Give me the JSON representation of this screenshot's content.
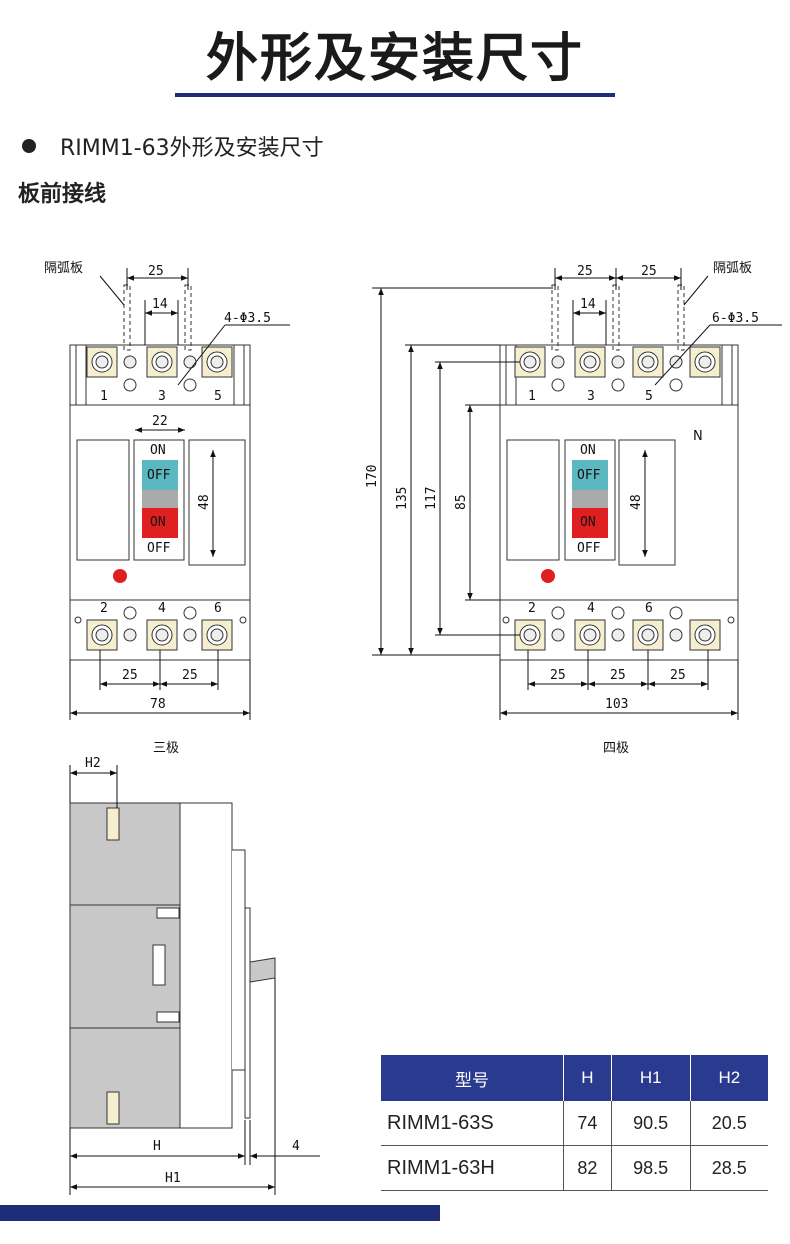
{
  "header": {
    "title": "外形及安装尺寸"
  },
  "section": {
    "bullet_text": "RIMM1-63外形及安装尺寸",
    "subheading": "板前接线"
  },
  "three_pole": {
    "caption": "三极",
    "arc_label": "隔弧板",
    "hole_label": "4-Φ3.5",
    "dim_25": "25",
    "dim_14": "14",
    "dim_22": "22",
    "dim_48": "48",
    "dim_bottom_a": "25",
    "dim_bottom_b": "25",
    "dim_width": "78",
    "switch_on_top": "ON",
    "switch_off": "OFF",
    "switch_on": "ON",
    "switch_off_bottom": "OFF",
    "term_top": [
      "1",
      "3",
      "5"
    ],
    "term_bottom": [
      "2",
      "4",
      "6"
    ]
  },
  "four_pole": {
    "caption": "四极",
    "arc_label": "隔弧板",
    "hole_label": "6-Φ3.5",
    "dim_25a": "25",
    "dim_25b": "25",
    "dim_14": "14",
    "dim_48": "48",
    "dim_170": "170",
    "dim_135": "135",
    "dim_117": "117",
    "dim_85": "85",
    "dim_bottom": [
      "25",
      "25",
      "25"
    ],
    "dim_width": "103",
    "neutral_label": "N",
    "switch_on_top": "ON",
    "switch_off": "OFF",
    "switch_on": "ON",
    "switch_off_bottom": "OFF",
    "term_top": [
      "1",
      "3",
      "5"
    ],
    "term_bottom": [
      "2",
      "4",
      "6"
    ]
  },
  "side_view": {
    "h2_label": "H2",
    "h_label": "H",
    "h1_label": "H1",
    "dim_4": "4"
  },
  "spec_table": {
    "headers": [
      "型号",
      "H",
      "H1",
      "H2"
    ],
    "rows": [
      [
        "RIMM1-63S",
        "74",
        "90.5",
        "20.5"
      ],
      [
        "RIMM1-63H",
        "82",
        "98.5",
        "28.5"
      ]
    ]
  },
  "colors": {
    "accent": "#1e2d7a",
    "table_header": "#2a3a8f",
    "off_button": "#5bb8c0",
    "on_button": "#e02020",
    "terminal": "#f5efd0",
    "side_fill": "#c8c8c8"
  }
}
